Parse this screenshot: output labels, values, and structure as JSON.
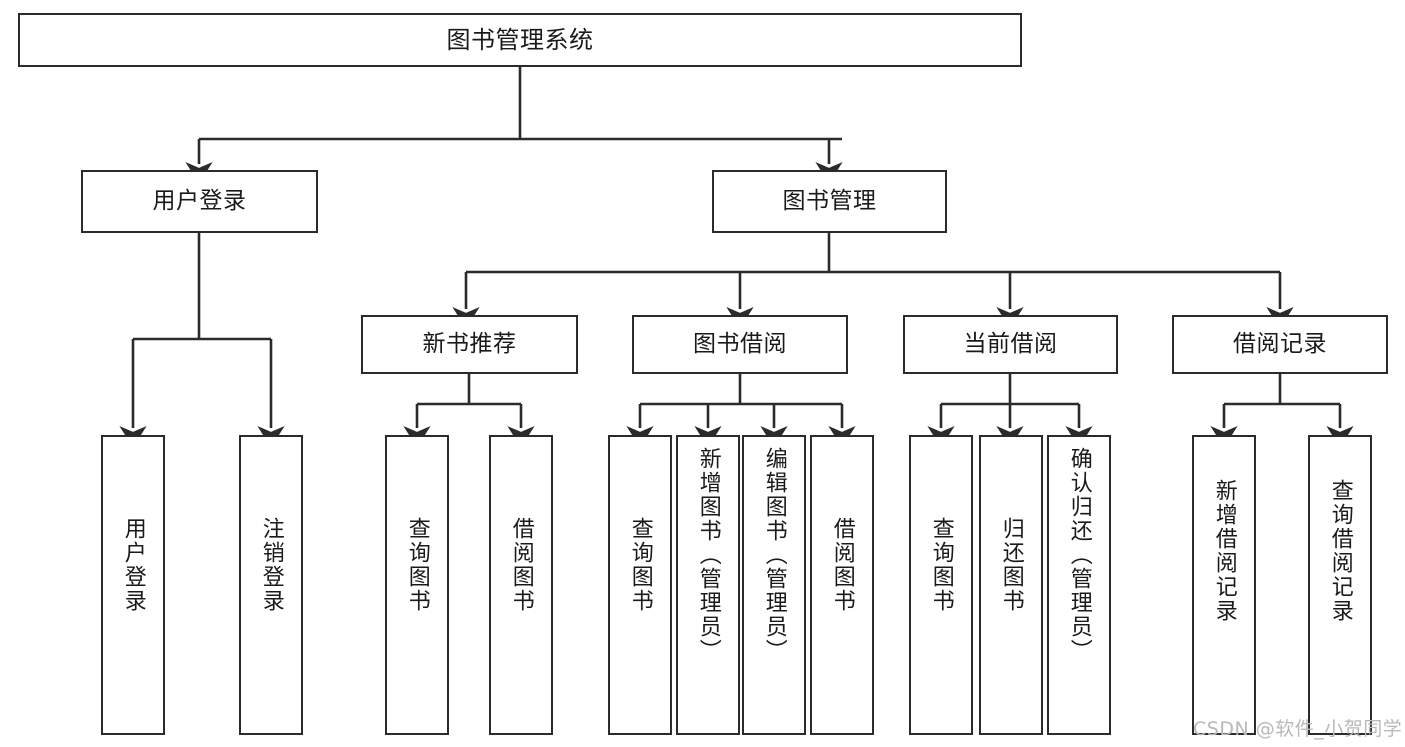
{
  "diagram": {
    "title": "图书管理系统",
    "watermark": "CSDN @软件_小贺同学",
    "style": {
      "background": "#ffffff",
      "node_border": "#2b2b2b",
      "node_fill": "#ffffff",
      "edge_color": "#2b2b2b",
      "text_color": "#1a1a1a",
      "watermark_color": "#b9b9b9"
    },
    "nodes": {
      "root": {
        "label": "图书管理系统"
      },
      "level2": [
        {
          "label": "用户登录"
        },
        {
          "label": "图书管理"
        }
      ],
      "level3": [
        {
          "label": "新书推荐"
        },
        {
          "label": "图书借阅"
        },
        {
          "label": "当前借阅"
        },
        {
          "label": "借阅记录"
        }
      ],
      "leaves": {
        "user_login": [
          {
            "label": "用户登录"
          },
          {
            "label": "注销登录"
          }
        ],
        "new_book_recommend": [
          {
            "label": "查询图书"
          },
          {
            "label": "借阅图书"
          }
        ],
        "book_borrow": [
          {
            "label": "查询图书"
          },
          {
            "label": "新增图书（管理员）"
          },
          {
            "label": "编辑图书（管理员）"
          },
          {
            "label": "借阅图书"
          }
        ],
        "current_borrow": [
          {
            "label": "查询图书"
          },
          {
            "label": "归还图书"
          },
          {
            "label": "确认归还（管理员）"
          }
        ],
        "borrow_record": [
          {
            "label": "新增借阅记录"
          },
          {
            "label": "查询借阅记录"
          }
        ]
      }
    }
  }
}
